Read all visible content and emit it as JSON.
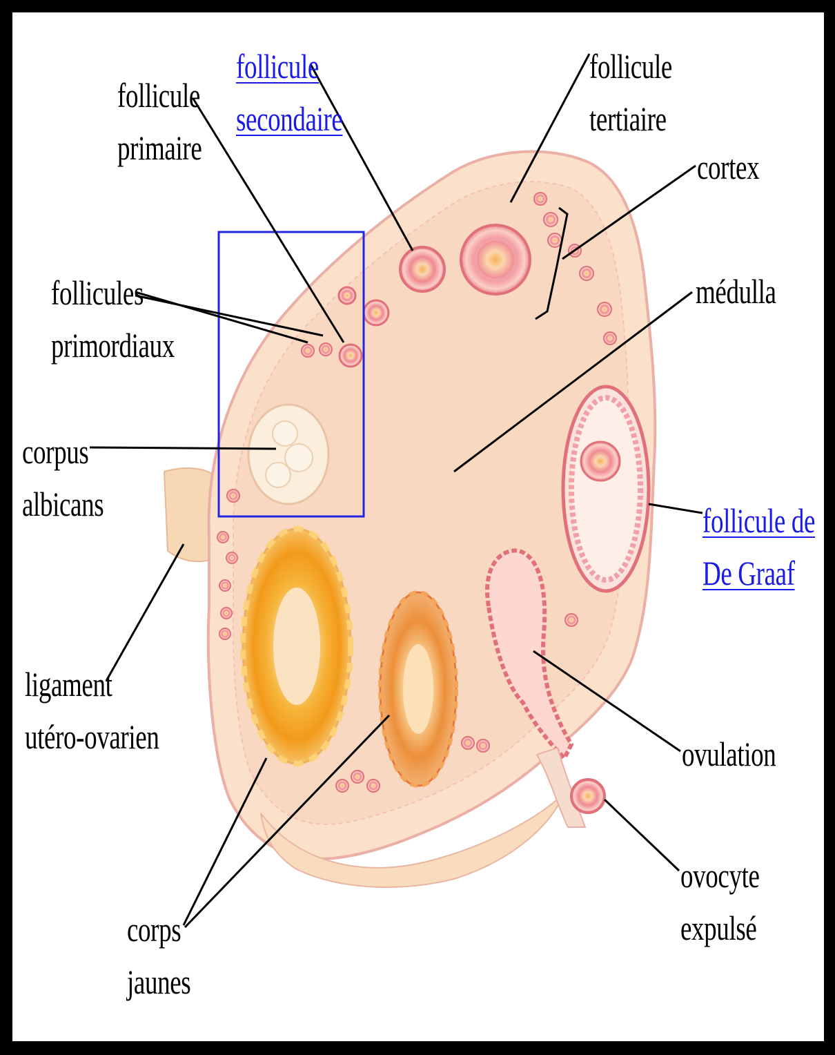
{
  "labels": {
    "follicule_primaire": [
      "follicule",
      "primaire"
    ],
    "follicule_secondaire": [
      "follicule",
      "secondaire"
    ],
    "follicule_tertiaire": [
      "follicule",
      "tertiaire"
    ],
    "cortex": "cortex",
    "follicules_primordiaux": [
      "follicules",
      "primordiaux"
    ],
    "medulla": "médulla",
    "corpus_albicans": [
      "corpus",
      "albicans"
    ],
    "follicule_de_graaf": [
      "follicule de",
      "De Graaf"
    ],
    "ligament": [
      "ligament",
      "utéro-ovarien"
    ],
    "ovulation": "ovulation",
    "ovocyte": [
      "ovocyte",
      "expulsé"
    ],
    "corps_jaunes": [
      "corps",
      "jaunes"
    ]
  },
  "colors": {
    "frame": "#000000",
    "background": "#ffffff",
    "ovary_fill": "#f9dcc4",
    "ovary_edge": "#e9a8a0",
    "follicle": "#e0707a",
    "corpus_luteum": "#f3a21f",
    "link_text": "#1a1ae6",
    "highlight_box": "#2323e6"
  }
}
